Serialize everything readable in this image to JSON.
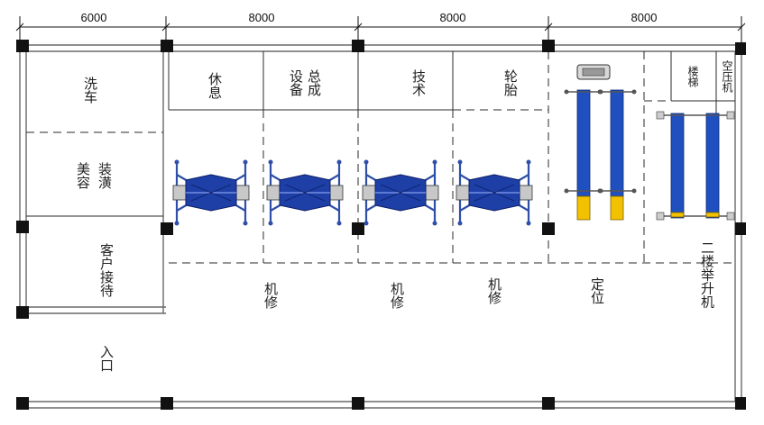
{
  "dimensions": [
    "6000",
    "8000",
    "8000",
    "8000"
  ],
  "rooms": {
    "wash": "洗车",
    "beauty_1": "装潢",
    "beauty_2": "美容",
    "reception": "客户接待",
    "entrance": "入口",
    "rest": "休息",
    "assembly_1": "总成",
    "assembly_2": "设备",
    "tech": "技术",
    "tire": "轮胎",
    "stairs": "楼梯",
    "compressor": "空压机",
    "repair_1": "机修",
    "repair_2": "机修",
    "repair_3": "机修",
    "alignment": "定位",
    "second_floor_lift": "二楼举升机"
  },
  "colors": {
    "lift_blue": "#1d3fa6",
    "post_yellow": "#f2c200",
    "walls": "#6a6a6a",
    "columns": "#111111"
  },
  "icons": [
    "scissor-lift-icon",
    "two-post-lift-icon",
    "alignment-machine-icon"
  ]
}
